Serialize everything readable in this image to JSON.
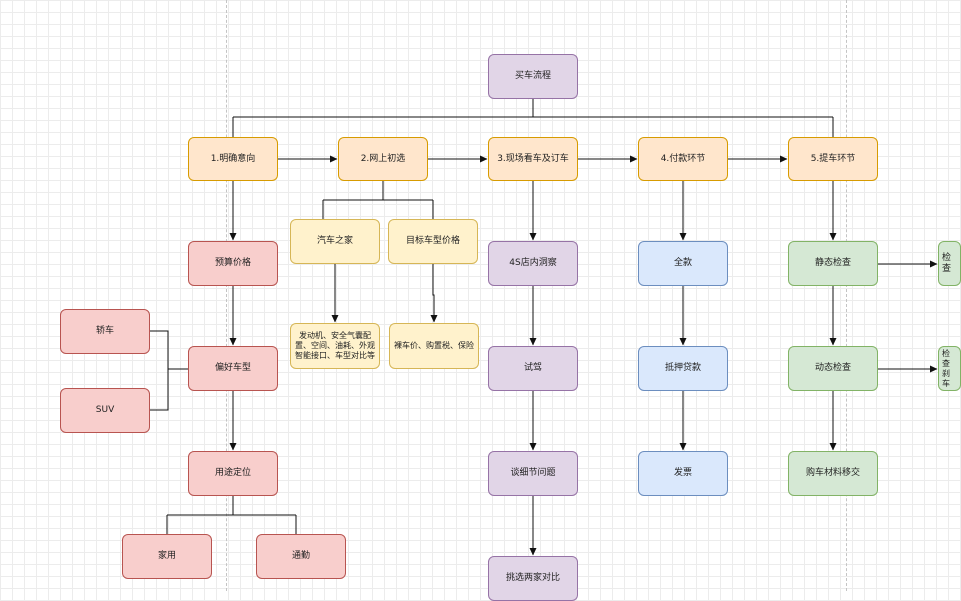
{
  "diagram": {
    "root": "买车流程",
    "steps": [
      "1.明确意向",
      "2.网上初选",
      "3.现场看车及订车",
      "4.付款环节",
      "5.提车环节"
    ],
    "step1": {
      "budget": "预算价格",
      "preference": "偏好车型",
      "sedan": "轿车",
      "suv": "SUV",
      "usage": "用途定位",
      "family": "家用",
      "commute": "通勤"
    },
    "step2": {
      "autohome": "汽车之家",
      "target_price": "目标车型价格",
      "compare": "发动机、安全气囊配置、空间、油耗、外观智能接口、车型对比等",
      "price_detail": "裸车价、购置税、保险"
    },
    "step3": {
      "explore": "4S店内洞察",
      "test_drive": "试驾",
      "details": "谈细节问题",
      "compare_two": "挑选两家对比"
    },
    "step4": {
      "full": "全款",
      "loan": "抵押贷款",
      "invoice": "发票"
    },
    "step5": {
      "static": "静态检查",
      "check_static": "检查",
      "dynamic": "动态检查",
      "check_dynamic": "检查刹车",
      "handover": "购车材料移交"
    }
  }
}
